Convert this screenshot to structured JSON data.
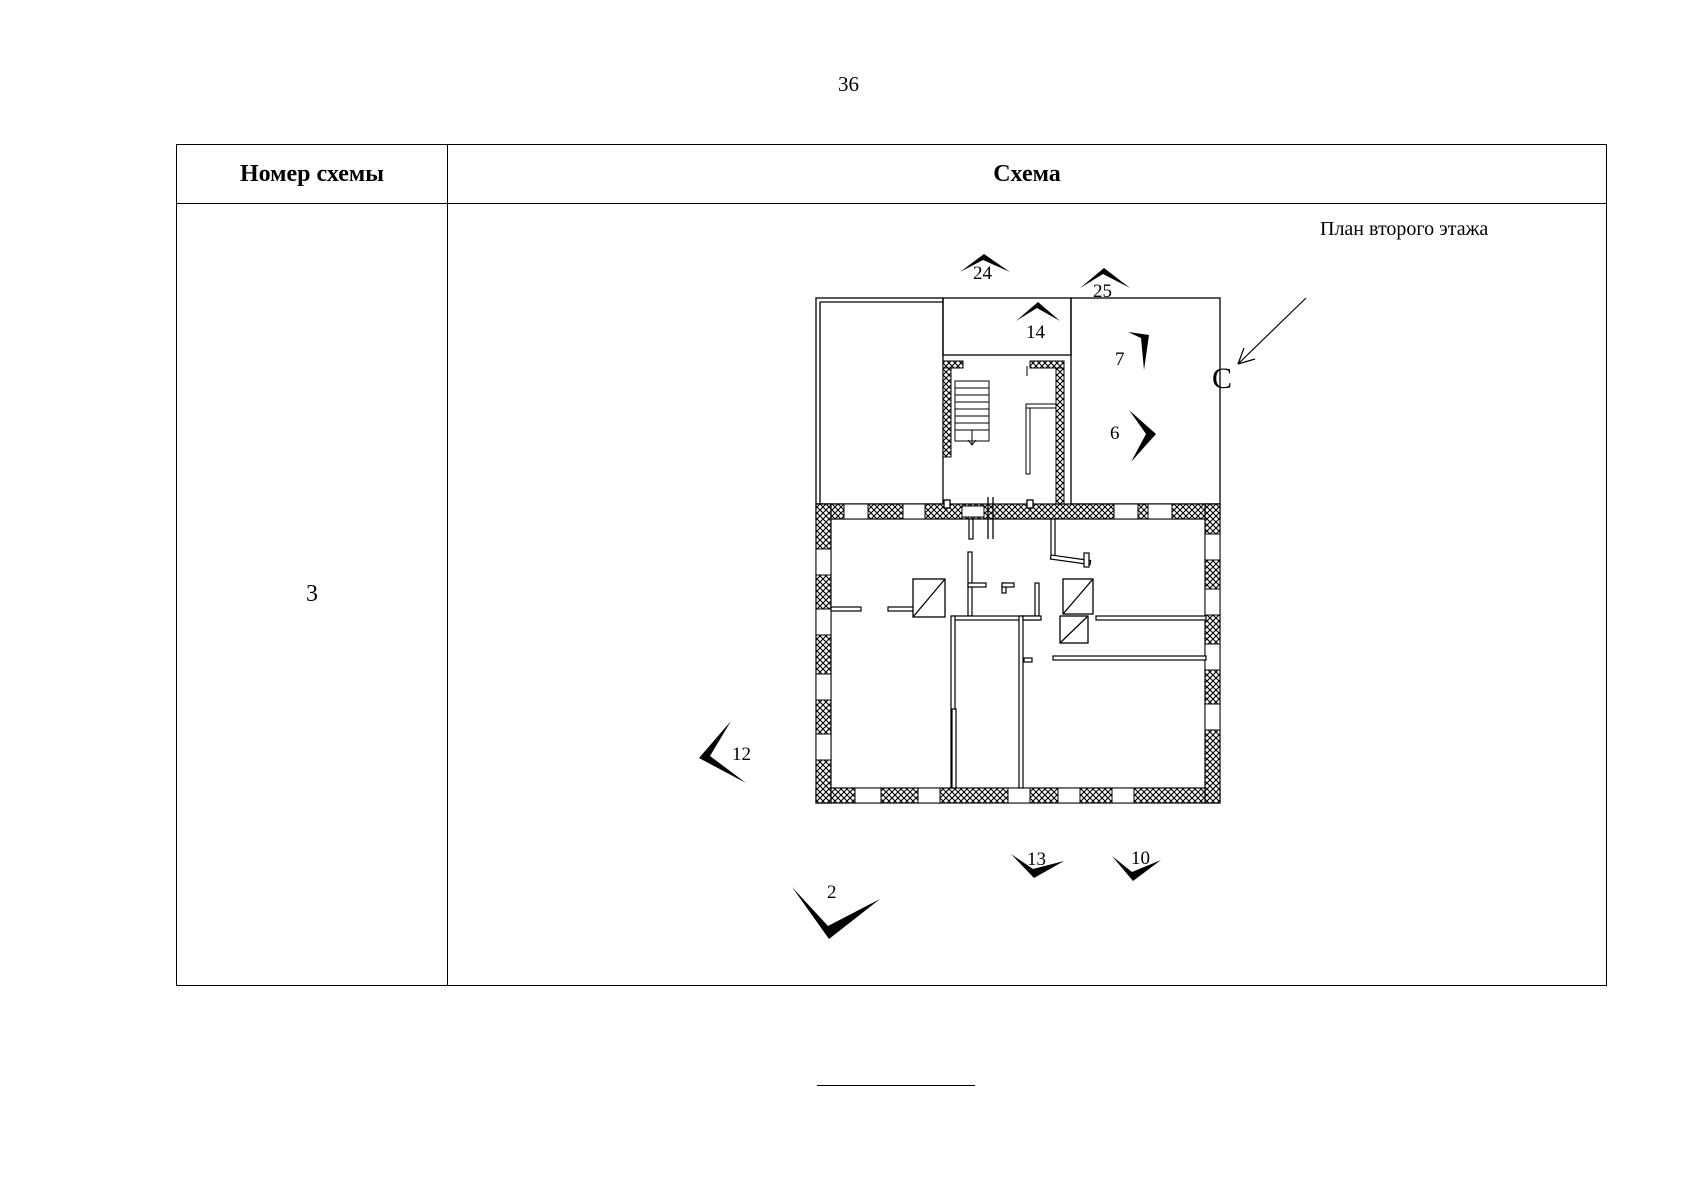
{
  "page": {
    "number": "36"
  },
  "table": {
    "headers": {
      "scheme_number": "Номер схемы",
      "scheme": "Схема"
    },
    "rows": [
      {
        "scheme_number": "3",
        "plan_title": "План второго этажа"
      }
    ]
  },
  "plan": {
    "north_label": "С",
    "viewpoints": [
      "24",
      "25",
      "14",
      "7",
      "6",
      "12",
      "2",
      "13",
      "10"
    ]
  }
}
